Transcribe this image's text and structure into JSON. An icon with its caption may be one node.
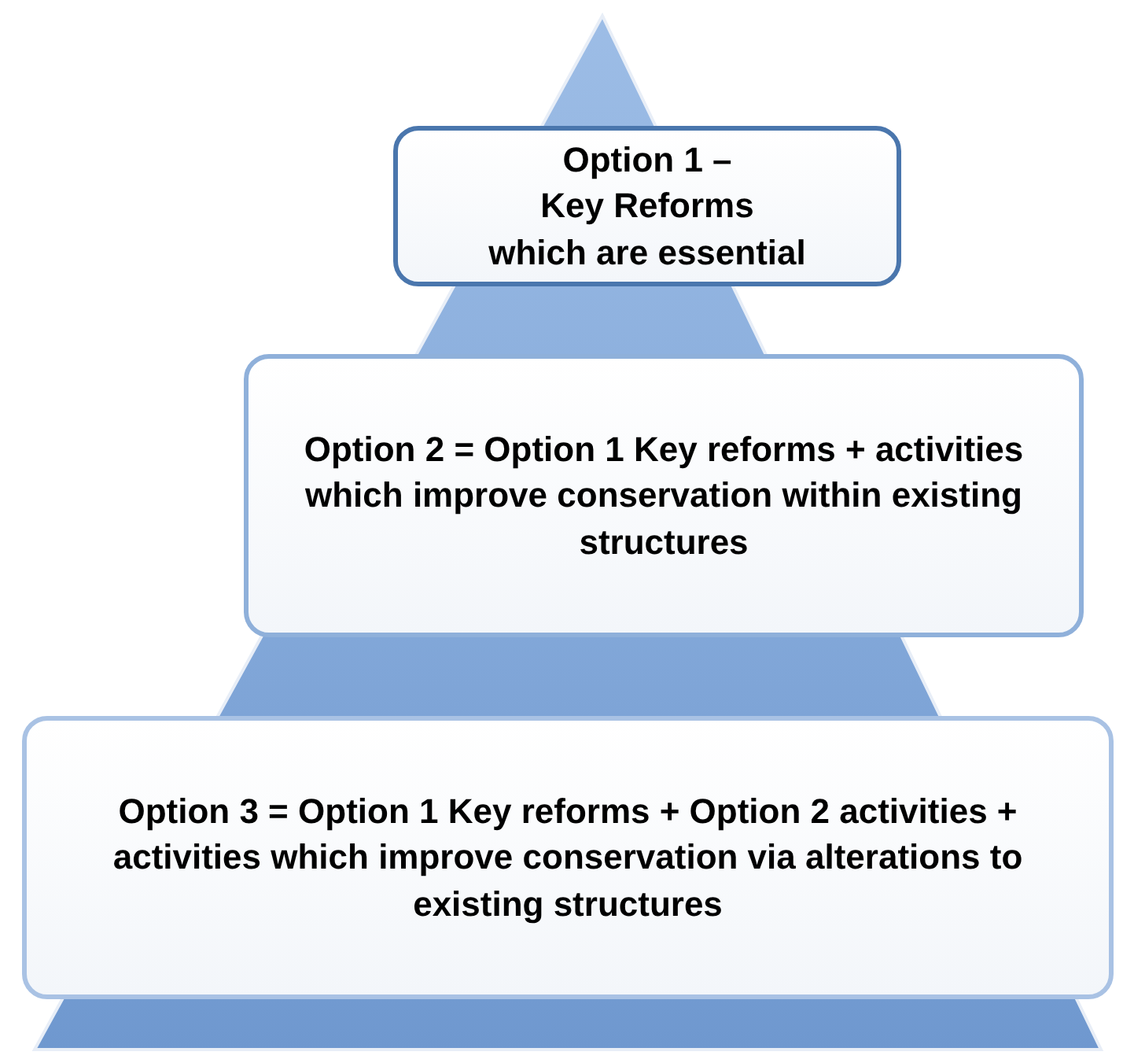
{
  "diagram": {
    "nodes": [
      {
        "text": [
          "Option 1 –",
          "Key Reforms",
          "which are essential"
        ]
      },
      {
        "text": [
          "Option 2 = Option 1 Key reforms + activities which improve conservation within existing structures"
        ]
      },
      {
        "text": [
          "Option 3 = Option 1 Key reforms + Option 2 activities + activities which improve conservation via alterations to existing structures"
        ]
      }
    ]
  }
}
